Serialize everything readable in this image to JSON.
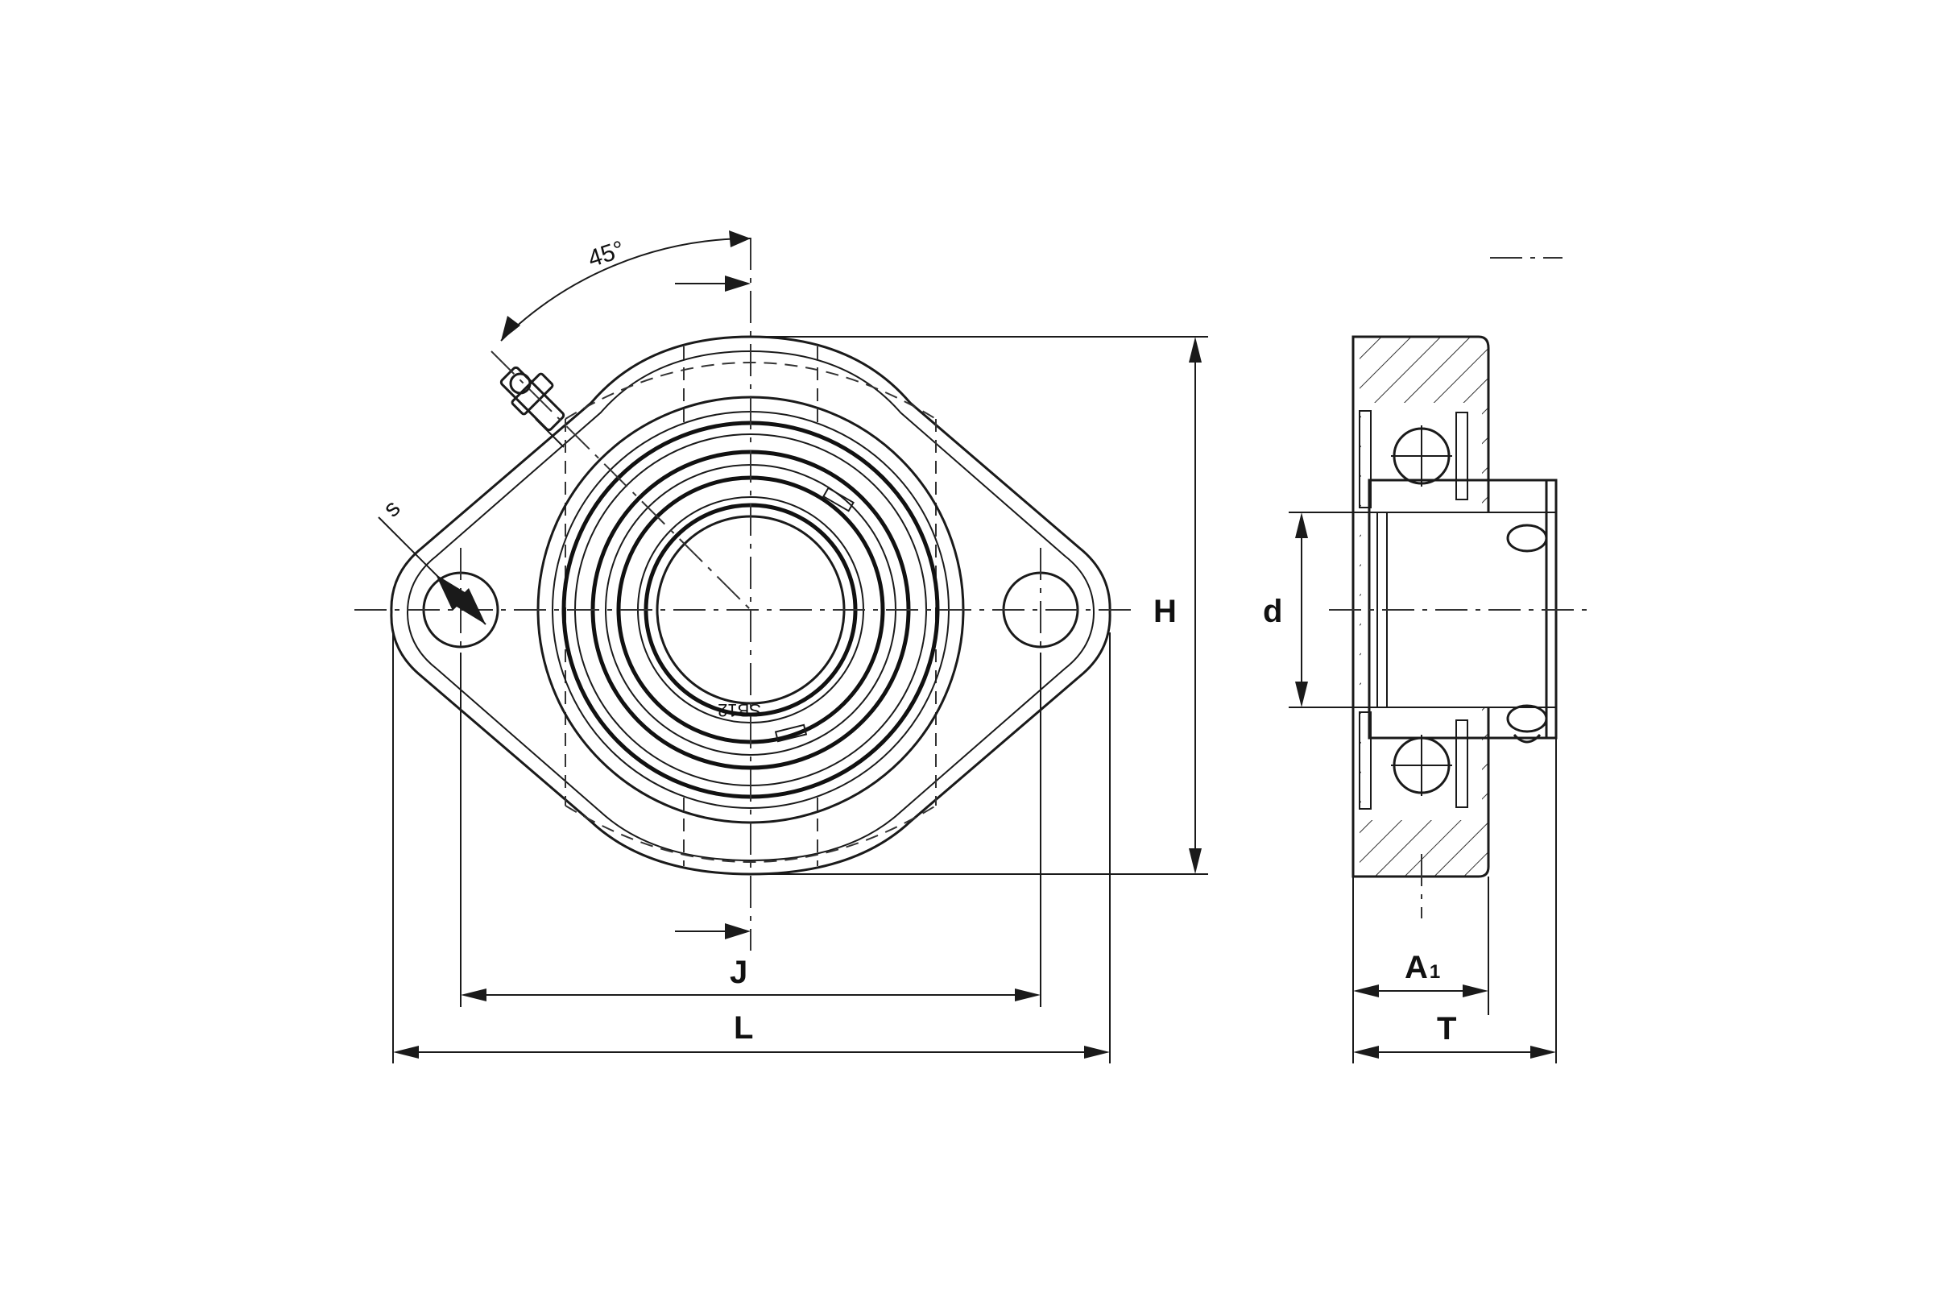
{
  "front_view": {
    "angle_label": "45°",
    "bolt_hole_symbol": "s",
    "bore_stamp": "SB12",
    "dimensions": {
      "height": "H",
      "bolt_spacing": "J",
      "overall_length": "L"
    }
  },
  "side_view": {
    "dimensions": {
      "bore_diameter": "d",
      "a1_letter": "A",
      "a1_subscript": "1",
      "thickness": "T"
    }
  }
}
